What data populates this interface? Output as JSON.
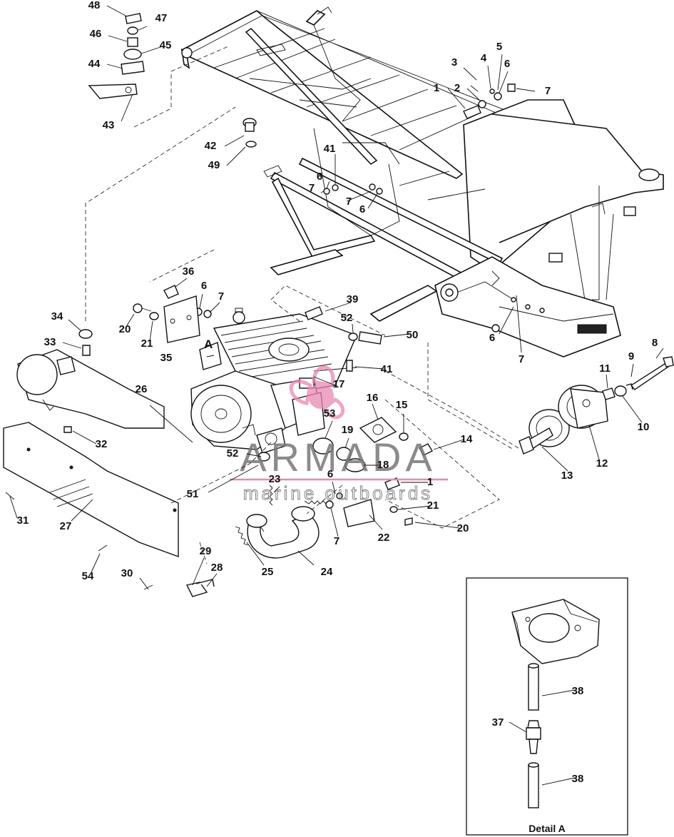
{
  "colors": {
    "ink": "#111111",
    "background": "#ffffff",
    "watermark_gray": "#777777",
    "watermark_pink": "#e889b3"
  },
  "watermark": {
    "title": "ARMADA",
    "subtitle": "marine outboards",
    "logo": "pink-propeller-logo"
  },
  "detail_caption": "Detail A",
  "callout_A": "A",
  "part_labels": {
    "p1": "1",
    "p1b": "1",
    "p2": "2",
    "p3": "3",
    "p4": "4",
    "p5": "5",
    "p6a": "6",
    "p6b": "6",
    "p6c": "6",
    "p6d": "6",
    "p6e": "6",
    "p6f": "6",
    "p7a": "7",
    "p7b": "7",
    "p7c": "7",
    "p7d": "7",
    "p7e": "7",
    "p7f": "7",
    "p8": "8",
    "p9": "9",
    "p10": "10",
    "p11": "11",
    "p12": "12",
    "p13": "13",
    "p14": "14",
    "p15": "15",
    "p16": "16",
    "p17": "17",
    "p18": "18",
    "p19": "19",
    "p20a": "20",
    "p20b": "20",
    "p21a": "21",
    "p21b": "21",
    "p22": "22",
    "p23": "23",
    "p24": "24",
    "p25": "25",
    "p26": "26",
    "p27": "27",
    "p28": "28",
    "p29": "29",
    "p30": "30",
    "p31": "31",
    "p32": "32",
    "p33": "33",
    "p34": "34",
    "p35": "35",
    "p36": "36",
    "p37": "37",
    "p38a": "38",
    "p38b": "38",
    "p39": "39",
    "p41a": "41",
    "p41b": "41",
    "p42": "42",
    "p43": "43",
    "p44": "44",
    "p45": "45",
    "p46": "46",
    "p47": "47",
    "p48": "48",
    "p49": "49",
    "p50": "50",
    "p51": "51",
    "p52a": "52",
    "p52b": "52",
    "p53": "53",
    "p54": "54"
  }
}
